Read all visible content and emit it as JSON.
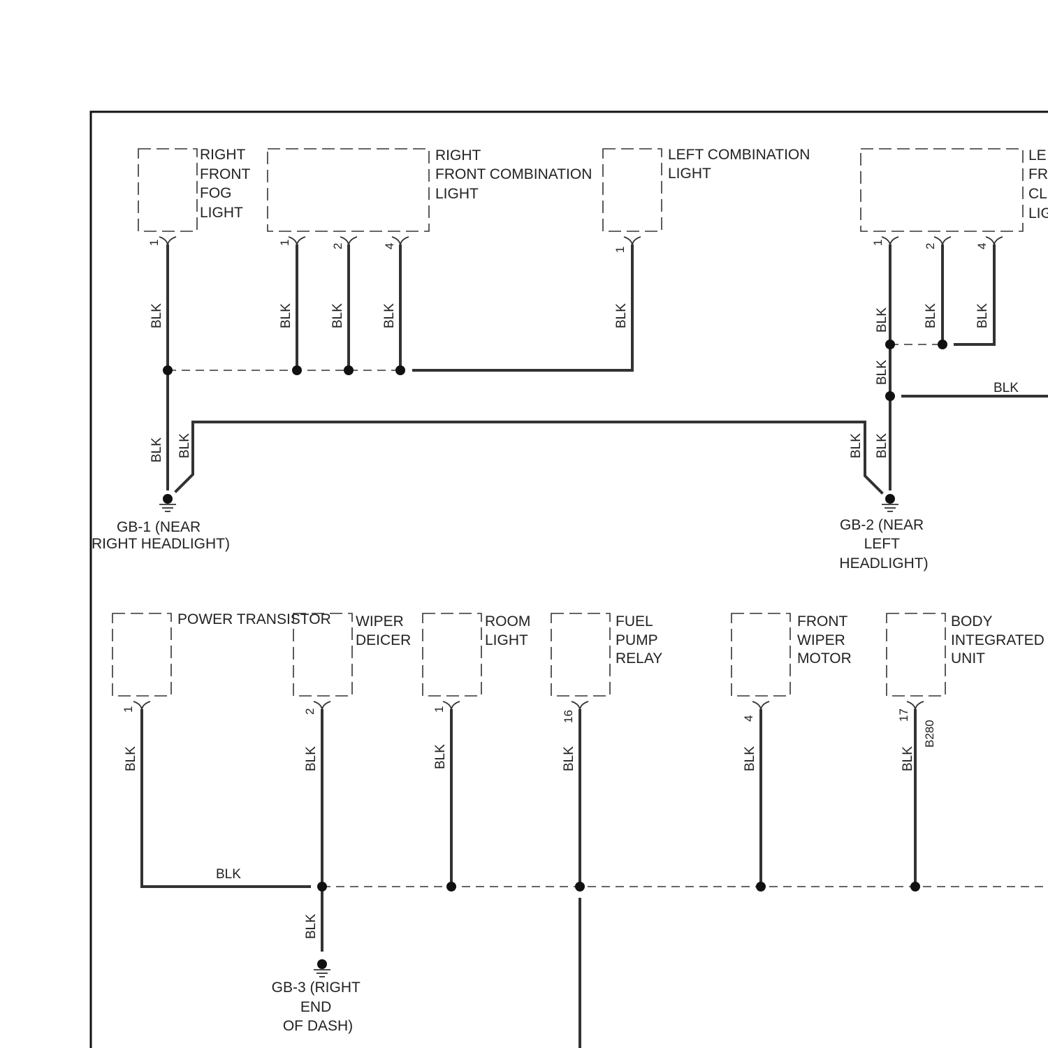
{
  "components": {
    "right_front_fog_light": [
      "RIGHT",
      "FRONT",
      "FOG",
      "LIGHT"
    ],
    "right_front_combination_light": [
      "RIGHT",
      "FRONT COMBINATION",
      "LIGHT"
    ],
    "left_combination_light": [
      "LEFT COMBINATION",
      "LIGHT"
    ],
    "left_front_combination_light": [
      "LE",
      "FR",
      "CL",
      "LIG"
    ],
    "power_transistor": [
      "POWER TRANSISTOR"
    ],
    "wiper_deicer": [
      "WIPER",
      "DEICER"
    ],
    "room_light": [
      "ROOM",
      "LIGHT"
    ],
    "fuel_pump_relay": [
      "FUEL",
      "PUMP",
      "RELAY"
    ],
    "front_wiper_motor": [
      "FRONT",
      "WIPER",
      "MOTOR"
    ],
    "body_integrated_unit": [
      "BODY",
      "INTEGRATED",
      "UNIT"
    ]
  },
  "pins": {
    "fog": "1",
    "rfc1": "1",
    "rfc2": "2",
    "rfc4": "4",
    "lc1": "1",
    "lfc1": "1",
    "lfc2": "2",
    "lfc4": "4",
    "pt": "1",
    "wd": "2",
    "rl": "1",
    "fpr": "16",
    "fwm": "4",
    "biu": "17",
    "biu_connector": "B280"
  },
  "wire_color": "BLK",
  "grounds": {
    "gb1": [
      "GB-1 (NEAR",
      "RIGHT HEADLIGHT)"
    ],
    "gb2": [
      "GB-2 (NEAR",
      "LEFT",
      "HEADLIGHT)"
    ],
    "gb3": [
      "GB-3 (RIGHT",
      "END",
      "OF DASH)"
    ]
  }
}
